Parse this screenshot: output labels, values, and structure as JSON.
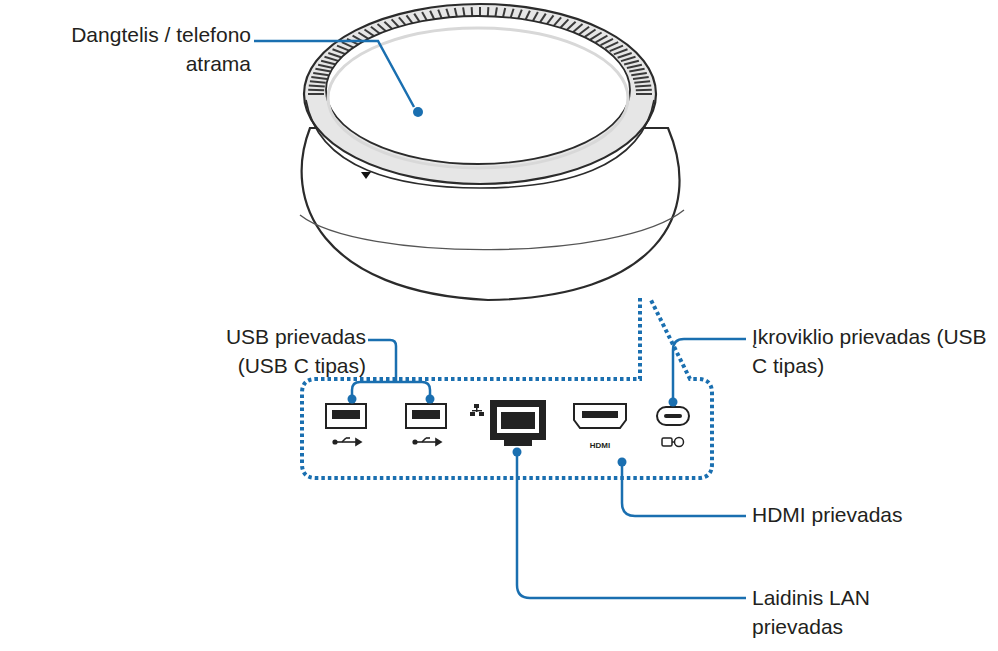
{
  "diagram": {
    "labels": [
      "Dangtelis / telefono atrama",
      "USB prievadas (USB C tipas)",
      "Įkroviklio prievadas (USB C tipas)",
      "HDMI",
      "HDMI prievadas",
      "Laidinis LAN prievadas"
    ]
  }
}
